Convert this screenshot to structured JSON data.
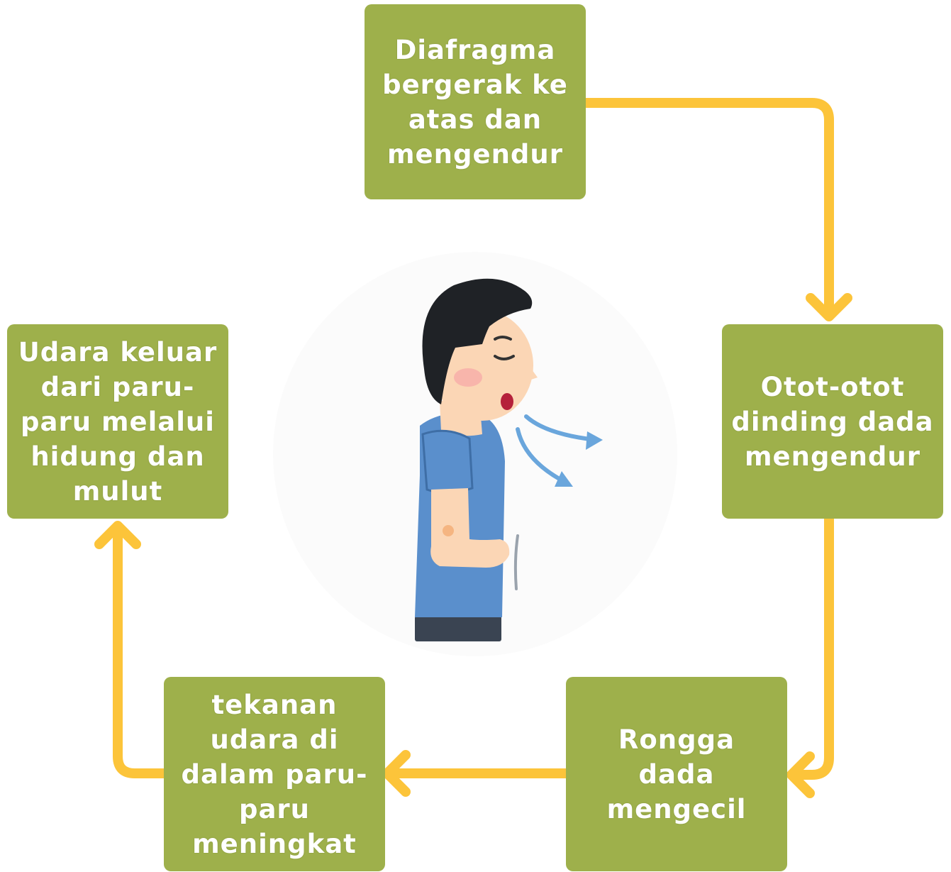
{
  "cycle": {
    "step1": "Diafragma\nbergerak ke\natas dan\nmengendur",
    "step2": "Otot-otot\ndinding dada\nmengendur",
    "step3": "Rongga\ndada\nmengecil",
    "step4": "tekanan\nudara di\ndalam paru-\nparu\nmeningkat",
    "step5": "Udara keluar\ndari paru-\nparu melalui\nhidung dan\nmulut"
  },
  "colors": {
    "box": "#9eb04b",
    "arrow": "#fcc43a",
    "breath_arrow": "#6aa6dc"
  }
}
